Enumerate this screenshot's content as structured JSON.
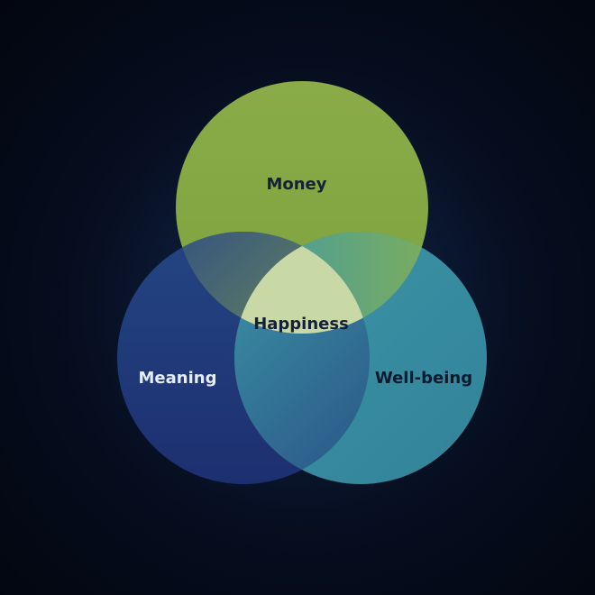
{
  "diagram": {
    "type": "venn",
    "sets": [
      {
        "id": "money",
        "label": "Money",
        "color": "#8cad45"
      },
      {
        "id": "meaning",
        "label": "Meaning",
        "color": "#223d7e"
      },
      {
        "id": "wellbeing",
        "label": "Well-being",
        "color": "#3a8fa6"
      }
    ],
    "center_label": "Happiness",
    "center_color": "#c8d8a4",
    "background": "#050a16"
  }
}
